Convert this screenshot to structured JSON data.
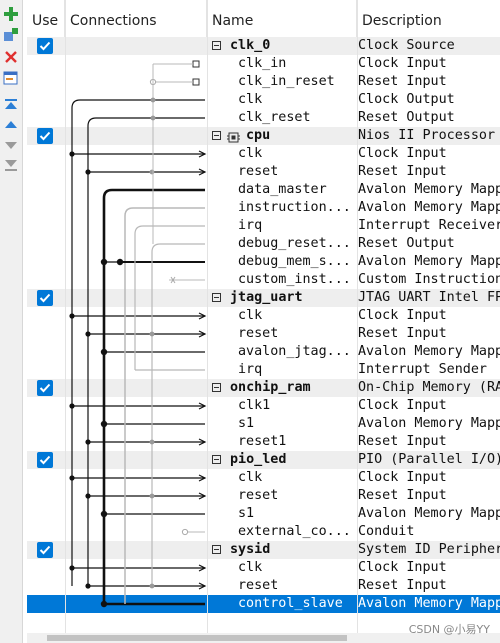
{
  "columns": {
    "use": "Use",
    "connections": "Connections",
    "name": "Name",
    "description": "Description"
  },
  "toolbar": [
    "add-icon",
    "add-connection-icon",
    "remove-icon",
    "edit-icon",
    "move-top-icon",
    "move-up-icon",
    "move-down-icon",
    "move-bottom-icon"
  ],
  "rows": [
    {
      "type": "group",
      "name": "clk_0",
      "desc": "Clock Source",
      "checked": true,
      "ph": 0
    },
    {
      "type": "port",
      "name": "clk_in",
      "desc": "Clock Input"
    },
    {
      "type": "port",
      "name": "clk_in_reset",
      "desc": "Reset Input"
    },
    {
      "type": "port",
      "name": "clk",
      "desc": "Clock Output"
    },
    {
      "type": "port",
      "name": "clk_reset",
      "desc": "Reset Output"
    },
    {
      "type": "group",
      "name": "cpu",
      "desc": "Nios II Processor",
      "checked": true,
      "cpu": true
    },
    {
      "type": "port",
      "name": "clk",
      "desc": "Clock Input"
    },
    {
      "type": "port",
      "name": "reset",
      "desc": "Reset Input"
    },
    {
      "type": "port",
      "name": "data_master",
      "desc": "Avalon Memory Mapp"
    },
    {
      "type": "port",
      "name": "instruction...",
      "desc": "Avalon Memory Mapp"
    },
    {
      "type": "port",
      "name": "irq",
      "desc": "Interrupt Receiver"
    },
    {
      "type": "port",
      "name": "debug_reset...",
      "desc": "Reset Output"
    },
    {
      "type": "port",
      "name": "debug_mem_s...",
      "desc": "Avalon Memory Mapp"
    },
    {
      "type": "port",
      "name": "custom_inst...",
      "desc": "Custom Instruction"
    },
    {
      "type": "group",
      "name": "jtag_uart",
      "desc": "JTAG UART Intel FP",
      "checked": true
    },
    {
      "type": "port",
      "name": "clk",
      "desc": "Clock Input"
    },
    {
      "type": "port",
      "name": "reset",
      "desc": "Reset Input"
    },
    {
      "type": "port",
      "name": "avalon_jtag...",
      "desc": "Avalon Memory Mapp"
    },
    {
      "type": "port",
      "name": "irq",
      "desc": "Interrupt Sender"
    },
    {
      "type": "group",
      "name": "onchip_ram",
      "desc": "On-Chip Memory (RA",
      "checked": true
    },
    {
      "type": "port",
      "name": "clk1",
      "desc": "Clock Input"
    },
    {
      "type": "port",
      "name": "s1",
      "desc": "Avalon Memory Mapp"
    },
    {
      "type": "port",
      "name": "reset1",
      "desc": "Reset Input"
    },
    {
      "type": "group",
      "name": "pio_led",
      "desc": "PIO (Parallel I/O)",
      "checked": true
    },
    {
      "type": "port",
      "name": "clk",
      "desc": "Clock Input"
    },
    {
      "type": "port",
      "name": "reset",
      "desc": "Reset Input"
    },
    {
      "type": "port",
      "name": "s1",
      "desc": "Avalon Memory Mapp"
    },
    {
      "type": "port",
      "name": "external_co...",
      "desc": "Conduit"
    },
    {
      "type": "group",
      "name": "sysid",
      "desc": "System ID Peripher",
      "checked": true
    },
    {
      "type": "port",
      "name": "clk",
      "desc": "Clock Input"
    },
    {
      "type": "port",
      "name": "reset",
      "desc": "Reset Input"
    },
    {
      "type": "port",
      "name": "control_slave",
      "desc": "Avalon Memory Mapp",
      "selected": true
    }
  ],
  "watermark": "CSDN @小易YY",
  "colors": {
    "selection": "#0078d7",
    "group_bg": "#eeeeee",
    "check": "#0078d7",
    "toolbar_bg": "#f0f0f0"
  }
}
